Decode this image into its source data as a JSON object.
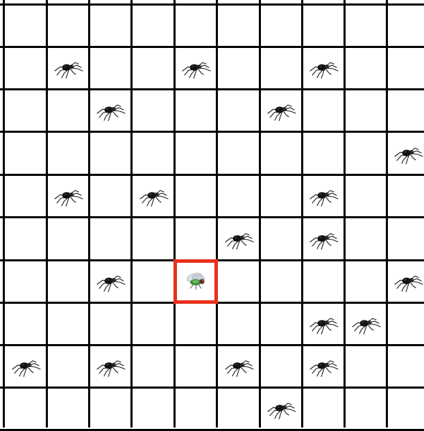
{
  "board": {
    "cols": 10,
    "rows": 10,
    "colors": {
      "grid_line": "#000000",
      "background": "#ffffff",
      "highlight": "#e8301c"
    },
    "spider_icon": "spider-icon",
    "fly_icon": "fly-icon",
    "spiders": [
      [
        1,
        1
      ],
      [
        4,
        1
      ],
      [
        7,
        1
      ],
      [
        2,
        2
      ],
      [
        6,
        2
      ],
      [
        9,
        3
      ],
      [
        1,
        4
      ],
      [
        3,
        4
      ],
      [
        7,
        4
      ],
      [
        5,
        5
      ],
      [
        7,
        5
      ],
      [
        2,
        6
      ],
      [
        9,
        6
      ],
      [
        7,
        7
      ],
      [
        8,
        7
      ],
      [
        0,
        8
      ],
      [
        2,
        8
      ],
      [
        5,
        8
      ],
      [
        7,
        8
      ],
      [
        6,
        9
      ]
    ],
    "fly": [
      4,
      6
    ],
    "selected": [
      4,
      6
    ]
  }
}
